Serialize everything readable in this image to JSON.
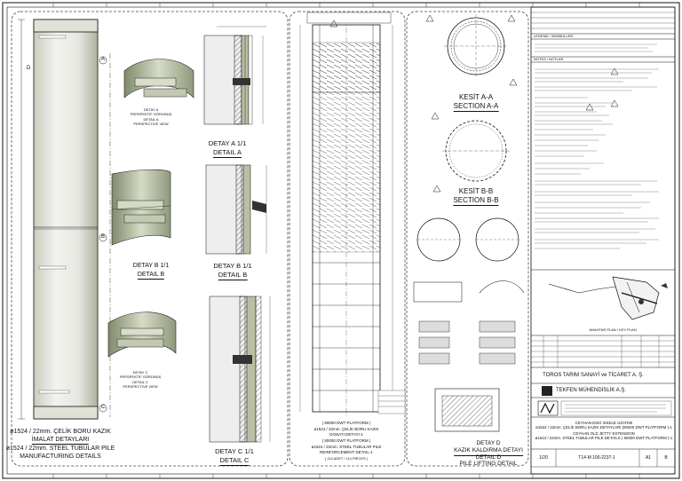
{
  "pile": {
    "title_tr_1": "ø1524 / 22mm. ÇELİK BORU KAZIK",
    "title_tr_2": "İMALAT DETAYLARI",
    "title_en_1": "ø1524 / 22mm. STEEL TUBULAR PILE",
    "title_en_2": "MANUFACTURING DETAILS",
    "marker_a": "A",
    "marker_b": "B",
    "marker_c": "C",
    "marker_d": "D"
  },
  "detail_a_persp": {
    "line1": "DETAY A",
    "line2": "PERSPEKTİF GÖRÜNÜŞ",
    "line3": "DETAIL A",
    "line4": "PERSPECTIVE VIEW"
  },
  "detail_b_persp": {
    "line1": "DETAY B 1/1",
    "line2": "DETAIL B"
  },
  "detail_c_persp": {
    "line1": "DETAY C",
    "line2": "PERSPEKTİF GÖRÜNÜŞ",
    "line3": "DETAIL C",
    "line4": "PERSPECTIVE VIEW"
  },
  "detail_a": {
    "line1": "DETAY A 1/1",
    "line2": "DETAIL A"
  },
  "detail_b": {
    "line1": "DETAY B 1/1",
    "line2": "DETAIL B"
  },
  "detail_c": {
    "line1": "DETAY C 1/1",
    "line2": "DETAIL C"
  },
  "reinforcement": {
    "line1": "( 80000 DWT PLATFORM )",
    "line2": "ø1524 / 22mm. ÇELİK BORU KAZIK",
    "line3": "DONATI DETAYI-1",
    "line4": "( 80000 DWT PLATFORM )",
    "line5": "ø1524 / 22mm. STEEL TUBULAR PILE",
    "line6": "REINFORCEMENT DETAIL-1",
    "line7": "( 114 ADET / 114 PIECES )"
  },
  "section_aa": {
    "line1": "KESİT A-A",
    "line2": "SECTION A-A"
  },
  "section_bb": {
    "line1": "KESİT B-B",
    "line2": "SECTION B-B"
  },
  "detail_d": {
    "line1": "DETAY D",
    "line2": "KAZIK KALDIRMA DETAYI",
    "line3": "DETAIL D",
    "line4": "PILE LIFTING DETAIL"
  },
  "legend": {
    "title": "LEGEND / SEMBOLLER",
    "notes_title": "NOTES / NOTLAR"
  },
  "key_plan": {
    "label": "ANAHTAR PLAN / KEY PLAN"
  },
  "title_block": {
    "client": "TOROS TARIM SANAYİ ve TİCARET A. Ş.",
    "consultant": "TEKFEN MÜHENDİSLİK A.Ş.",
    "project_1": "CEYHAN ESKİ İSKELE UZATIMI",
    "project_2": "CEYHAN OLD JETTY EXTENSION",
    "drawing_1": "ø1524 / 22mm. ÇELİK BORU KAZIK DETAYLARI (80000 DWT PLATFORM )-1",
    "drawing_2": "ø1524 / 22mm. STEEL TUBULAR PILE DETAILS ( 80000 DWT PLATFORM )-1",
    "scale": "1/20",
    "drawing_no": "T14-M 100-2237-1",
    "size": "A1",
    "revision": "B"
  },
  "colors": {
    "line": "#111111",
    "steel": "#b9bfa3",
    "steel_dark": "#5d6650",
    "concrete": "#d8d8d8",
    "dashed": "#444444"
  }
}
